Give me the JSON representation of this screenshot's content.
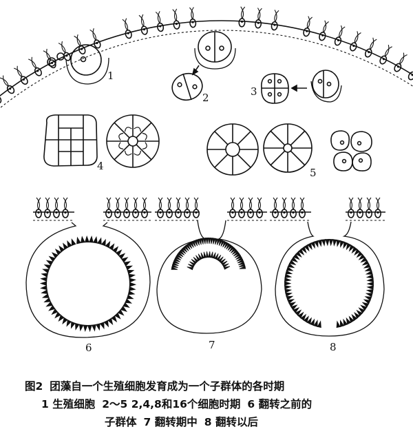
{
  "labels": {
    "s1": "1",
    "s2": "2",
    "s3": "3",
    "s4": "4",
    "s5": "5",
    "s6": "6",
    "s7": "7",
    "s8": "8"
  },
  "caption": {
    "fig": "图2",
    "title": "团藻自一个生殖细胞发育成为一个子群体的各时期",
    "n1": "1",
    "t1": "生殖细胞",
    "n2": "2～5",
    "t2": "2,4,8和16个细胞时期",
    "n6": "6",
    "t6a": "翻转之前的",
    "t6b": "子群体",
    "n7": "7",
    "t7": "翻转期中",
    "n8": "8",
    "t8": "翻转以后"
  },
  "colors": {
    "ink": "#111111",
    "paper": "#ffffff"
  }
}
